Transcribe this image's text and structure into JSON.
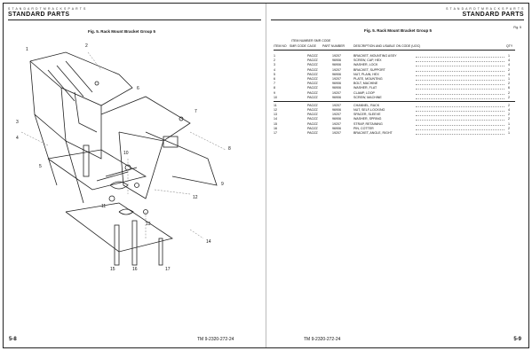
{
  "left_page": {
    "header_small": "S T A N D A R D   T M   R A C K S   P A R T S",
    "title": "STANDARD PARTS",
    "figure_caption": "Fig. 5.  Rack Mount Bracket Group 5",
    "callouts": [
      "1",
      "2",
      "3",
      "4",
      "5",
      "6",
      "7",
      "8",
      "9",
      "10",
      "11",
      "12",
      "13",
      "14",
      "15",
      "16",
      "17"
    ],
    "footer_left": "5-8",
    "footer_right": "TM  9-2320-272-24"
  },
  "right_page": {
    "header_small": "S T A N D A R D   T M   R A C K S   P A R T S",
    "title": "STANDARD PARTS",
    "figure_caption": "Fig. 5.  Rack Mount Bracket Group 5",
    "corner_note": "Fig. 5",
    "column_headers": {
      "item": "ITEM NO",
      "smr": "SMR CODE",
      "cage": "CAGE",
      "part": "PART NUMBER",
      "desc": "DESCRIPTION AND USABLE ON CODE (UOC)",
      "qty": "QTY",
      "group": "ITEM NUMBER   SMR CODE"
    },
    "rows": [
      {
        "item": "1",
        "smr": "PAOZZ",
        "cage": "19207",
        "desc": "BRACKET, MOUNTING ASSY",
        "qty": "1"
      },
      {
        "item": "2",
        "smr": "PAOZZ",
        "cage": "96906",
        "desc": "SCREW, CAP, HEX",
        "qty": "4"
      },
      {
        "item": "3",
        "smr": "PAOZZ",
        "cage": "96906",
        "desc": "WASHER, LOCK",
        "qty": "4"
      },
      {
        "item": "4",
        "smr": "PAOZZ",
        "cage": "19207",
        "desc": "BRACKET, SUPPORT",
        "qty": "2"
      },
      {
        "item": "5",
        "smr": "PAOZZ",
        "cage": "96906",
        "desc": "NUT, PLAIN, HEX",
        "qty": "4"
      },
      {
        "item": "6",
        "smr": "PAOZZ",
        "cage": "19207",
        "desc": "PLATE, MOUNTING",
        "qty": "1"
      },
      {
        "item": "7",
        "smr": "PAOZZ",
        "cage": "96906",
        "desc": "BOLT, MACHINE",
        "qty": "2"
      },
      {
        "item": "8",
        "smr": "PAOZZ",
        "cage": "96906",
        "desc": "WASHER, FLAT",
        "qty": "6"
      },
      {
        "item": "9",
        "smr": "PAOZZ",
        "cage": "19207",
        "desc": "CLAMP, LOOP",
        "qty": "2"
      },
      {
        "item": "10",
        "smr": "PAOZZ",
        "cage": "96906",
        "desc": "SCREW, MACHINE",
        "qty": "2"
      },
      {
        "item": "11",
        "smr": "PAOZZ",
        "cage": "19207",
        "desc": "CHANNEL, RACK",
        "qty": "2"
      },
      {
        "item": "12",
        "smr": "PAOZZ",
        "cage": "96906",
        "desc": "NUT, SELF-LOCKING",
        "qty": "4"
      },
      {
        "item": "13",
        "smr": "PAOZZ",
        "cage": "19207",
        "desc": "SPACER, SLEEVE",
        "qty": "2"
      },
      {
        "item": "14",
        "smr": "PAOZZ",
        "cage": "96906",
        "desc": "WASHER, SPRING",
        "qty": "2"
      },
      {
        "item": "15",
        "smr": "PAOZZ",
        "cage": "19207",
        "desc": "STRAP, RETAINING",
        "qty": "1"
      },
      {
        "item": "16",
        "smr": "PAOZZ",
        "cage": "96906",
        "desc": "PIN, COTTER",
        "qty": "2"
      },
      {
        "item": "17",
        "smr": "PAOZZ",
        "cage": "19207",
        "desc": "BRACKET, ANGLE, RIGHT",
        "qty": "1"
      }
    ],
    "footer_left": "TM 9-2320-272-24",
    "footer_right": "5-9"
  }
}
